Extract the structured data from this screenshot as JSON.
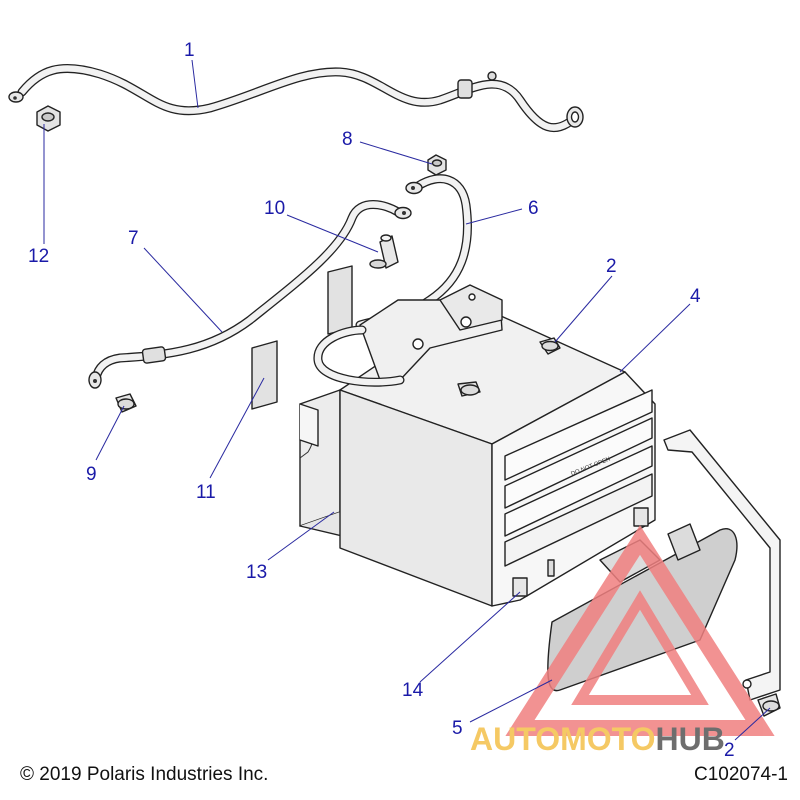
{
  "callouts": [
    {
      "id": "1",
      "label": "1"
    },
    {
      "id": "2a",
      "label": "2"
    },
    {
      "id": "2b",
      "label": "2"
    },
    {
      "id": "4",
      "label": "4"
    },
    {
      "id": "5",
      "label": "5"
    },
    {
      "id": "6",
      "label": "6"
    },
    {
      "id": "7",
      "label": "7"
    },
    {
      "id": "8",
      "label": "8"
    },
    {
      "id": "9",
      "label": "9"
    },
    {
      "id": "10",
      "label": "10"
    },
    {
      "id": "11",
      "label": "11"
    },
    {
      "id": "12",
      "label": "12"
    },
    {
      "id": "13",
      "label": "13"
    },
    {
      "id": "14",
      "label": "14"
    }
  ],
  "battery_label": "DO NOT OPEN",
  "footer": {
    "copyright": "© 2019 Polaris Industries Inc.",
    "figure_id": "C102074-1"
  },
  "watermark": {
    "text_part1": "AUTOMOTO",
    "text_part2": "HUB",
    "color_primary": "#f08080",
    "color_secondary": "#f4c04a",
    "color_dark": "#555555"
  },
  "colors": {
    "callout_text": "#1a1aa8",
    "line_art": "#222222"
  }
}
